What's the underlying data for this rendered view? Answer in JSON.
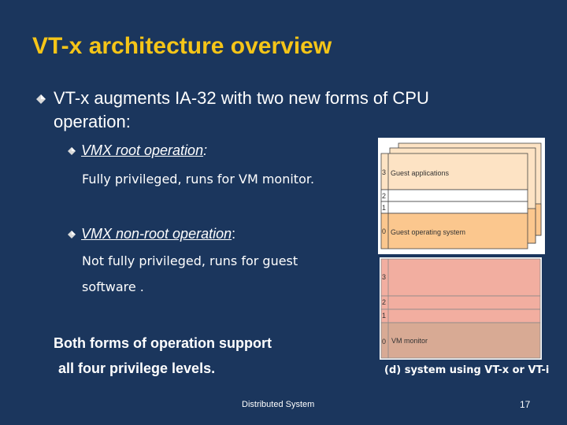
{
  "slide": {
    "title": "VT-x architecture overview",
    "bullet_main_line1": "VT-x augments IA-32 with two new forms of CPU",
    "bullet_main_line2": "operation:",
    "root_heading": "VMX root operation",
    "root_colon": ":",
    "root_desc": "Fully privileged, runs for VM monitor.",
    "nonroot_heading": "VMX non-root operation",
    "nonroot_colon": ":",
    "nonroot_desc_line1": "Not fully privileged, runs for guest",
    "nonroot_desc_line2": "software .",
    "conclusion_line1": "Both forms of operation support",
    "conclusion_line2": "all four privilege levels.",
    "footer_center": "Distributed System",
    "page_number": "17"
  },
  "diagram": {
    "caption": "(d) system using VT-x or VT-i",
    "guest_stack": {
      "ring3_label": "Guest applications",
      "ring0_label": "Guest operating system",
      "ring_numbers": [
        "3",
        "2",
        "1",
        "0"
      ]
    },
    "host_stack": {
      "ring0_label": "VM monitor",
      "ring_numbers": [
        "3",
        "2",
        "1",
        "0"
      ]
    },
    "colors": {
      "guest_apps": "#fde3c4",
      "guest_os": "#fbc78e",
      "host_upper": "#f2aea0",
      "host_vmm": "#d8aa94",
      "background": "#1b365d",
      "title": "#f5c518"
    }
  }
}
